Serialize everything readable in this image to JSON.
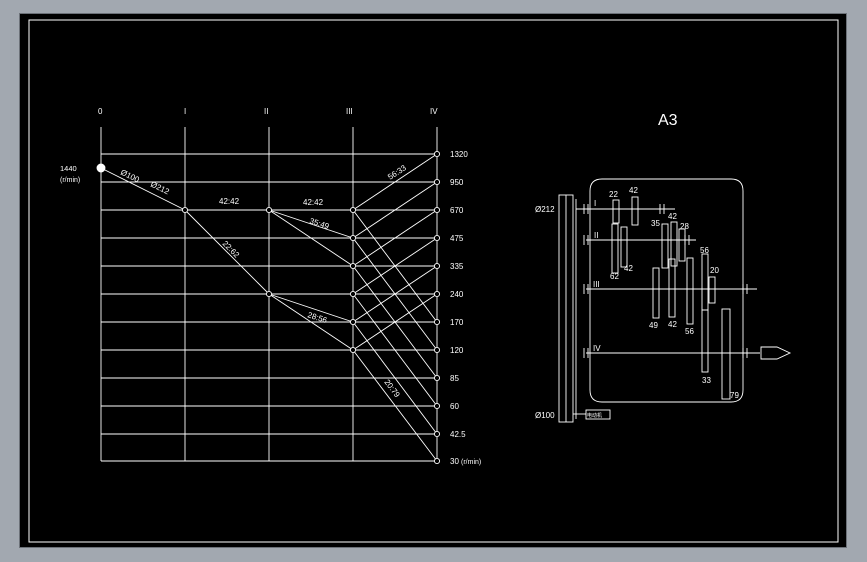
{
  "sheet": {
    "size_label": "A3"
  },
  "speed_chart": {
    "shaft_labels": [
      "0",
      "I",
      "II",
      "III",
      "IV"
    ],
    "motor_speed": "1440",
    "unit": "(r/min)",
    "speeds": [
      "1320",
      "950",
      "670",
      "475",
      "335",
      "240",
      "170",
      "120",
      "85",
      "60",
      "42.5",
      "30"
    ],
    "unit_bottom": "(r/min)",
    "transmission_labels": {
      "belt_small": "Ø100",
      "belt_large": "Ø212",
      "pair_0_1": "42:42",
      "pair_1_2": "22:62",
      "pair_2_3_a": "42:42",
      "pair_2_3_b": "35:49",
      "pair_2_3_c": "28:56",
      "pair_3_4_top": "56:33",
      "pair_3_4_bottom": "20:79"
    }
  },
  "gearbox": {
    "pulley_big": "Ø212",
    "pulley_small": "Ø100",
    "shaft_labels": [
      "I",
      "II",
      "III",
      "IV"
    ],
    "gear_teeth": [
      "22",
      "42",
      "62",
      "42",
      "35",
      "42",
      "28",
      "56",
      "49",
      "42",
      "56",
      "20",
      "33",
      "79"
    ],
    "motor_label": "电动机"
  }
}
